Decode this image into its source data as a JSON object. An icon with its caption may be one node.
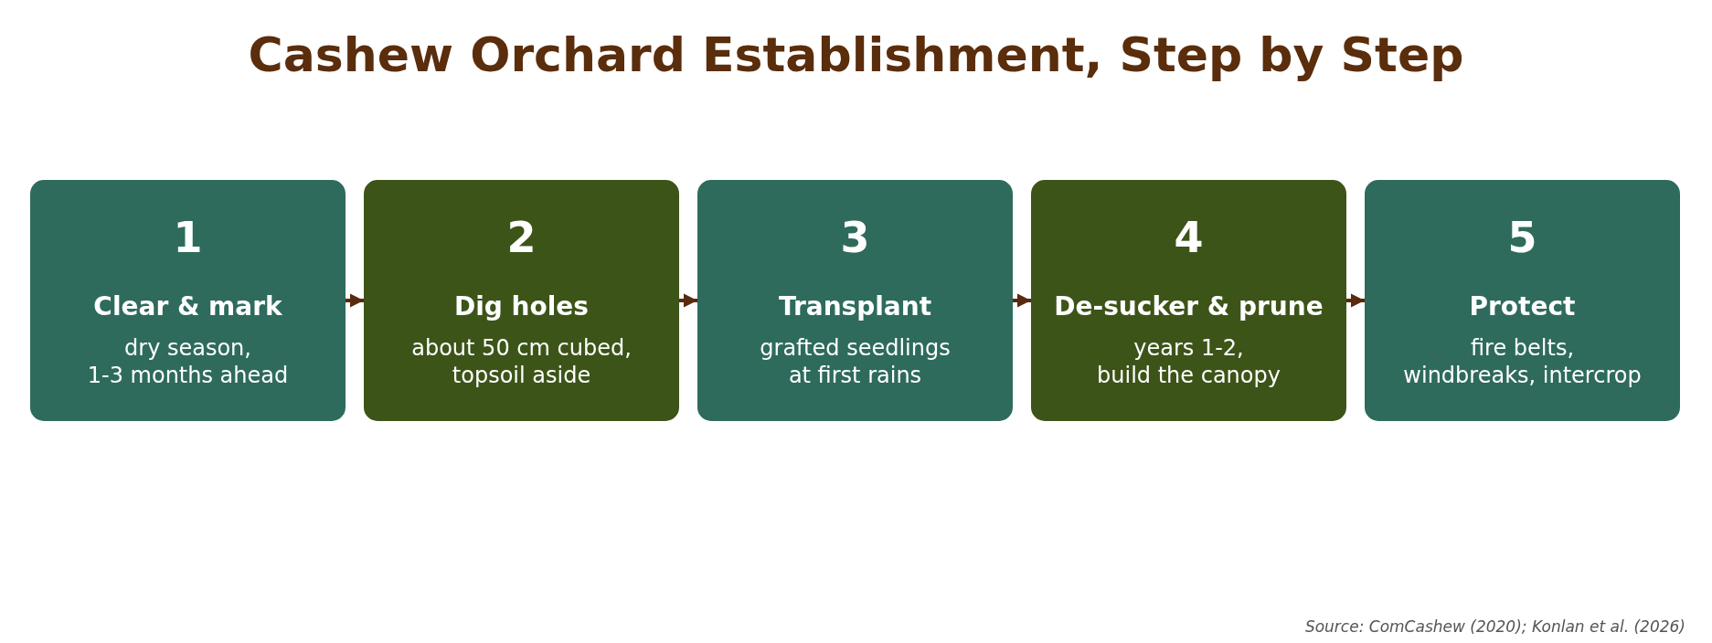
{
  "diagram": {
    "title": "Cashew Orchard Establishment, Step by Step",
    "nodes": [
      {
        "text": [
          "1",
          "Clear & mark",
          "dry season, 1-3 months ahead"
        ]
      },
      {
        "text": [
          "2",
          "Dig holes",
          "about 50 cm cubed, topsoil aside"
        ]
      },
      {
        "text": [
          "3",
          "Transplant",
          "grafted seedlings at first rains"
        ]
      },
      {
        "text": [
          "4",
          "De-sucker & prune",
          "years 1-2, build the canopy"
        ]
      },
      {
        "text": [
          "5",
          "Protect",
          "fire belts, windbreaks, intercrop"
        ]
      }
    ],
    "edges": [
      {
        "from": 0,
        "to": 1,
        "arrow": "to"
      },
      {
        "from": 1,
        "to": 2,
        "arrow": "to"
      },
      {
        "from": 2,
        "to": 3,
        "arrow": "to"
      },
      {
        "from": 3,
        "to": 4,
        "arrow": "to"
      }
    ],
    "caption": "Source: ComCashew (2020); Konlan et al. (2026)"
  }
}
